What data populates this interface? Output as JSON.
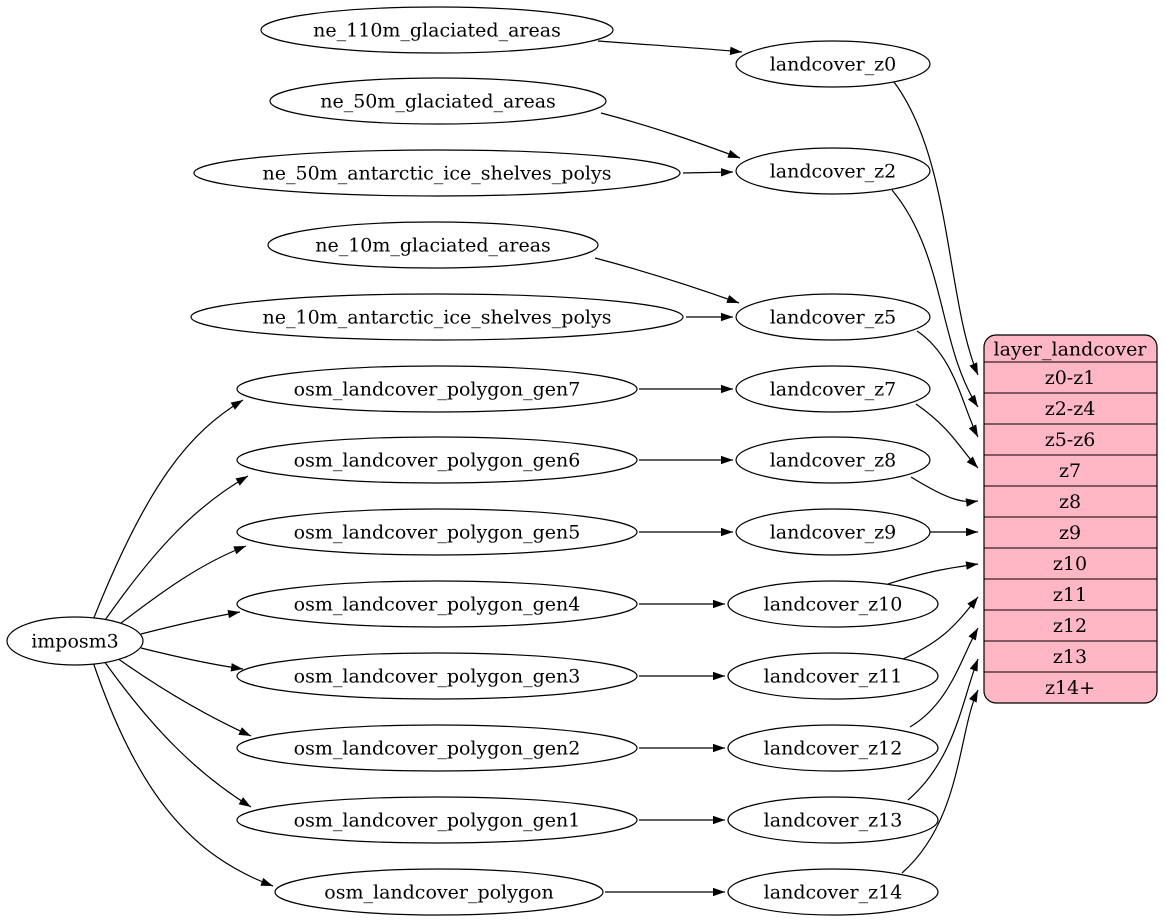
{
  "diagram": {
    "kind": "etl-graph",
    "importer": {
      "label": "imposm3"
    },
    "sources": [
      "ne_110m_glaciated_areas",
      "ne_50m_glaciated_areas",
      "ne_50m_antarctic_ice_shelves_polys",
      "ne_10m_glaciated_areas",
      "ne_10m_antarctic_ice_shelves_polys",
      "osm_landcover_polygon_gen7",
      "osm_landcover_polygon_gen6",
      "osm_landcover_polygon_gen5",
      "osm_landcover_polygon_gen4",
      "osm_landcover_polygon_gen3",
      "osm_landcover_polygon_gen2",
      "osm_landcover_polygon_gen1",
      "osm_landcover_polygon"
    ],
    "transforms": [
      "landcover_z0",
      "landcover_z2",
      "landcover_z5",
      "landcover_z7",
      "landcover_z8",
      "landcover_z9",
      "landcover_z10",
      "landcover_z11",
      "landcover_z12",
      "landcover_z13",
      "landcover_z14"
    ],
    "layer": {
      "title": "layer_landcover",
      "zoom_rows": [
        "z0-z1",
        "z2-z4",
        "z5-z6",
        "z7",
        "z8",
        "z9",
        "z10",
        "z11",
        "z12",
        "z13",
        "z14+"
      ]
    },
    "edges": [
      {
        "from": "imposm3",
        "to": "osm_landcover_polygon_gen7"
      },
      {
        "from": "imposm3",
        "to": "osm_landcover_polygon_gen6"
      },
      {
        "from": "imposm3",
        "to": "osm_landcover_polygon_gen5"
      },
      {
        "from": "imposm3",
        "to": "osm_landcover_polygon_gen4"
      },
      {
        "from": "imposm3",
        "to": "osm_landcover_polygon_gen3"
      },
      {
        "from": "imposm3",
        "to": "osm_landcover_polygon_gen2"
      },
      {
        "from": "imposm3",
        "to": "osm_landcover_polygon_gen1"
      },
      {
        "from": "imposm3",
        "to": "osm_landcover_polygon"
      },
      {
        "from": "ne_110m_glaciated_areas",
        "to": "landcover_z0"
      },
      {
        "from": "ne_50m_glaciated_areas",
        "to": "landcover_z2"
      },
      {
        "from": "ne_50m_antarctic_ice_shelves_polys",
        "to": "landcover_z2"
      },
      {
        "from": "ne_10m_glaciated_areas",
        "to": "landcover_z5"
      },
      {
        "from": "ne_10m_antarctic_ice_shelves_polys",
        "to": "landcover_z5"
      },
      {
        "from": "osm_landcover_polygon_gen7",
        "to": "landcover_z7"
      },
      {
        "from": "osm_landcover_polygon_gen6",
        "to": "landcover_z8"
      },
      {
        "from": "osm_landcover_polygon_gen5",
        "to": "landcover_z9"
      },
      {
        "from": "osm_landcover_polygon_gen4",
        "to": "landcover_z10"
      },
      {
        "from": "osm_landcover_polygon_gen3",
        "to": "landcover_z11"
      },
      {
        "from": "osm_landcover_polygon_gen2",
        "to": "landcover_z12"
      },
      {
        "from": "osm_landcover_polygon_gen1",
        "to": "landcover_z13"
      },
      {
        "from": "osm_landcover_polygon",
        "to": "landcover_z14"
      },
      {
        "from": "landcover_z0",
        "to": "layer_landcover:z0-z1"
      },
      {
        "from": "landcover_z2",
        "to": "layer_landcover:z2-z4"
      },
      {
        "from": "landcover_z5",
        "to": "layer_landcover:z5-z6"
      },
      {
        "from": "landcover_z7",
        "to": "layer_landcover:z7"
      },
      {
        "from": "landcover_z8",
        "to": "layer_landcover:z8"
      },
      {
        "from": "landcover_z9",
        "to": "layer_landcover:z9"
      },
      {
        "from": "landcover_z10",
        "to": "layer_landcover:z10"
      },
      {
        "from": "landcover_z11",
        "to": "layer_landcover:z11"
      },
      {
        "from": "landcover_z12",
        "to": "layer_landcover:z12"
      },
      {
        "from": "landcover_z13",
        "to": "layer_landcover:z13"
      },
      {
        "from": "landcover_z14",
        "to": "layer_landcover:z14+"
      }
    ],
    "colors": {
      "layer_fill": "#ffb6c5",
      "node_fill": "#ffffff",
      "stroke": "#000000",
      "background": "#ffffff"
    }
  }
}
